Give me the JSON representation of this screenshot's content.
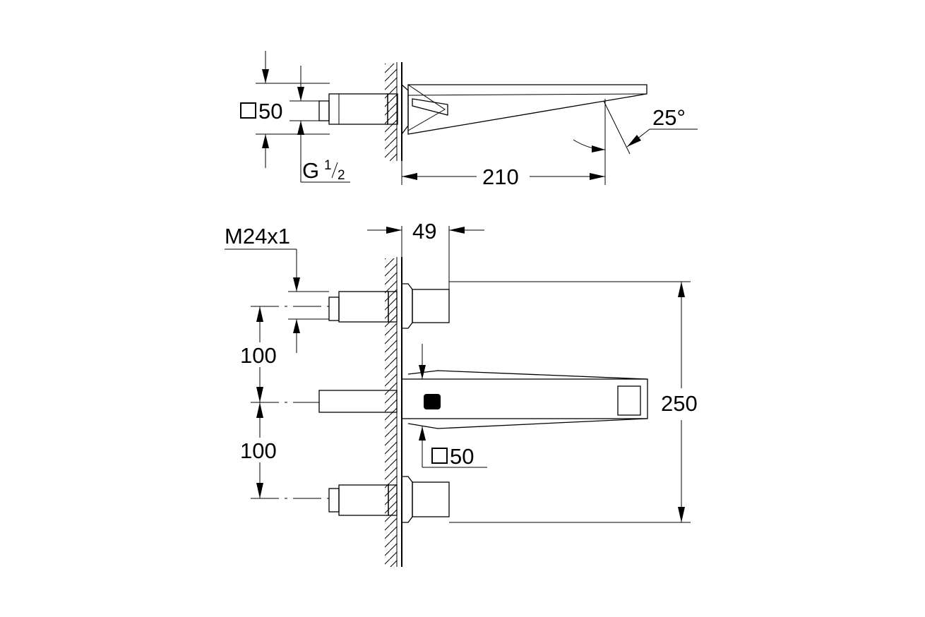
{
  "labels": {
    "top_square": "50",
    "thread_main": "G",
    "thread_num": "1",
    "thread_den": "2",
    "length": "210",
    "angle": "25°",
    "m_thread": "M24x1",
    "depth": "49",
    "spacing_upper": "100",
    "spacing_lower": "100",
    "height": "250",
    "bottom_square": "50"
  },
  "icons": [
    "square-symbol-icon",
    "grohe-logo-icon"
  ]
}
